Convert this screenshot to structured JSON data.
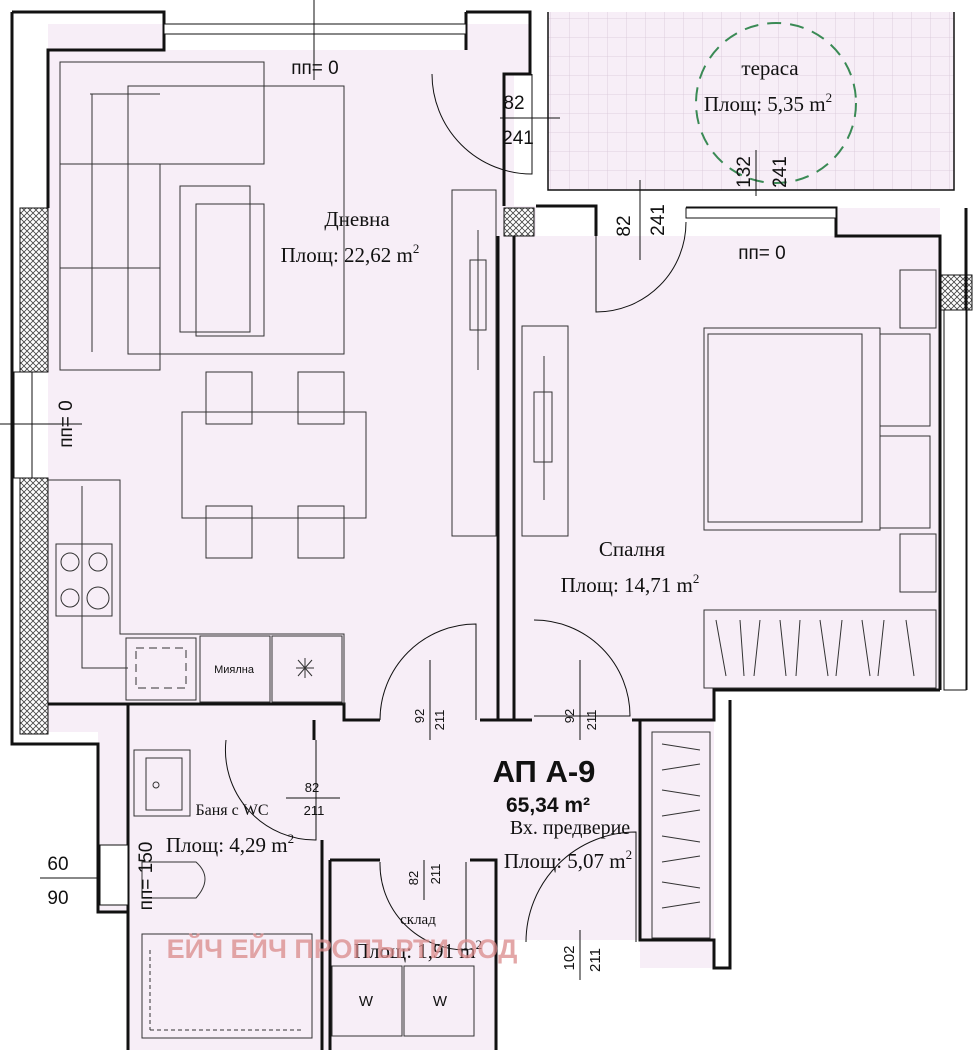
{
  "apartment": {
    "code": "АП А-9",
    "area": "65,34 m²"
  },
  "watermark": "ЕЙЧ ЕЙЧ ПРОПЪРТИ ООД",
  "rooms": {
    "living": {
      "name": "Дневна",
      "area_label": "Площ: 22,62 m",
      "sup": "2"
    },
    "terrace": {
      "name": "тераса",
      "area_label": "Площ: 5,35 m",
      "sup": "2"
    },
    "bedroom": {
      "name": "Спалня",
      "area_label": "Площ: 14,71 m",
      "sup": "2"
    },
    "bath": {
      "name": "Баня с WC",
      "area_label": "Площ: 4,29 m",
      "sup": "2"
    },
    "hall": {
      "name": "Вх. предверие",
      "area_label": "Площ: 5,07 m",
      "sup": "2"
    },
    "storage": {
      "name": "склад",
      "area_label": "Площ: 1,91 m",
      "sup": "2"
    }
  },
  "fixtures": {
    "sink_label": "Миялна",
    "wardrobe_w1": "W",
    "wardrobe_w2": "W"
  },
  "levels": {
    "top": "пп= 0",
    "terrace_door": "пп= 0",
    "left_window": "пп= 0",
    "bath_window": "пп= 150"
  },
  "dims": {
    "terrace_door_w": "82",
    "terrace_door_h": "241",
    "terrace_right_w": "132",
    "terrace_right_h": "241",
    "bed_door_w": "82",
    "bed_door_h": "241",
    "liv_door_w": "92",
    "liv_door_h": "211",
    "bed2_door_w": "92",
    "bed2_door_h": "211",
    "bath_door_w": "82",
    "bath_door_h": "211",
    "store_door_w": "82",
    "store_door_h": "211",
    "entry_door_w": "102",
    "entry_door_h": "211",
    "bath_win_w": "60",
    "bath_win_h": "90"
  },
  "colors": {
    "floor": "#f7eef7",
    "wall": "#111111",
    "hatch": "#555555",
    "watermark": "#d98a8a",
    "terrace_circle": "#3a8a55"
  }
}
